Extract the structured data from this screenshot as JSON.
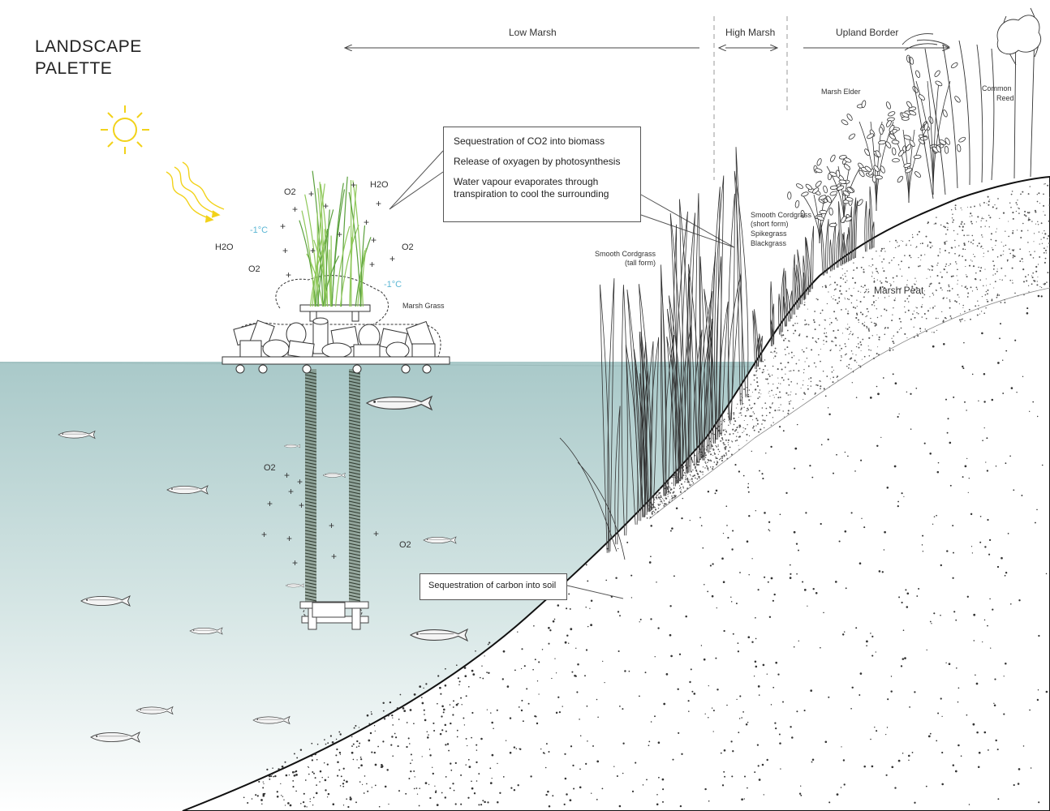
{
  "title": {
    "line1": "LANDSCAPE",
    "line2": "PALETTE"
  },
  "zones": {
    "low_marsh": "Low Marsh",
    "high_marsh": "High Marsh",
    "upland_border": "Upland Border"
  },
  "callouts": {
    "biomass": "Sequestration of CO2 into biomass",
    "oxygen": "Release of oxyagen by photosynthesis",
    "vapour_line1": "Water vapour evaporates through",
    "vapour_line2": "transpiration to cool the surrounding",
    "soil": "Sequestration of carbon into soil"
  },
  "labels": {
    "marsh_grass": "Marsh Grass",
    "tall_cordgrass_1": "Smooth Cordgrass",
    "tall_cordgrass_2": "(tall form)",
    "short_cordgrass_1": "Smooth Cordgrass",
    "short_cordgrass_2": "(short form)",
    "spikegrass": "Spikegrass",
    "blackgrass": "Blackgrass",
    "marsh_elder": "Marsh Elder",
    "common_reed_1": "Common",
    "common_reed_2": "Reed",
    "marsh_peat": "Marsh Peat"
  },
  "chem": {
    "o2": "O2",
    "h2o": "H2O",
    "temp": "-1°C",
    "plus": "+"
  },
  "colors": {
    "water": "#a9c9c9",
    "sun": "#f2d21a",
    "temp": "#5bb6d4",
    "grass": "#8fc85a"
  }
}
